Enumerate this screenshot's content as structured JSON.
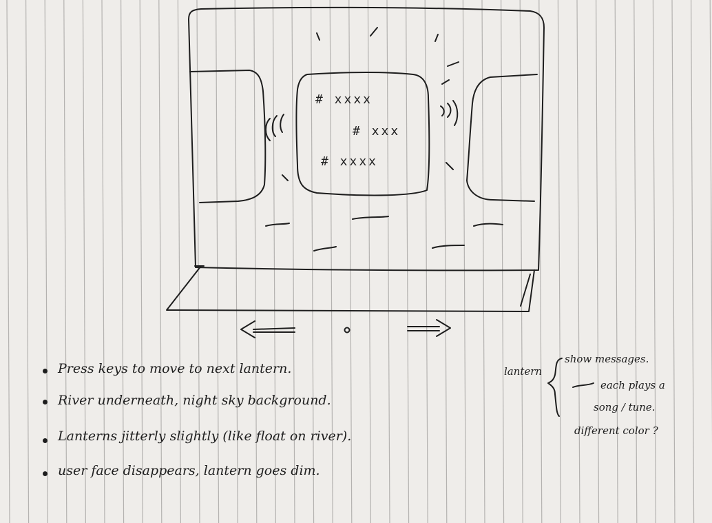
{
  "sketch": {
    "lantern_rows": [
      "# xxxx",
      "# xxx",
      "# xxxx"
    ],
    "nav": {
      "left_arrow": "left-arrow-icon",
      "right_arrow": "right-arrow-icon",
      "center_dot": "dot-icon"
    }
  },
  "notes": [
    "Press keys to move to next lantern.",
    "River underneath, night sky background.",
    "Lanterns jitterly slightly (like float on river).",
    "user face disappears, lantern goes dim."
  ],
  "side_note": {
    "label": "lantern",
    "items": [
      "show messages.",
      "each plays a",
      "song / tune.",
      "different color ?"
    ]
  },
  "colors": {
    "paper": "#efedea",
    "rule": "#b4b2b0",
    "ink": "#1e1e1e"
  }
}
